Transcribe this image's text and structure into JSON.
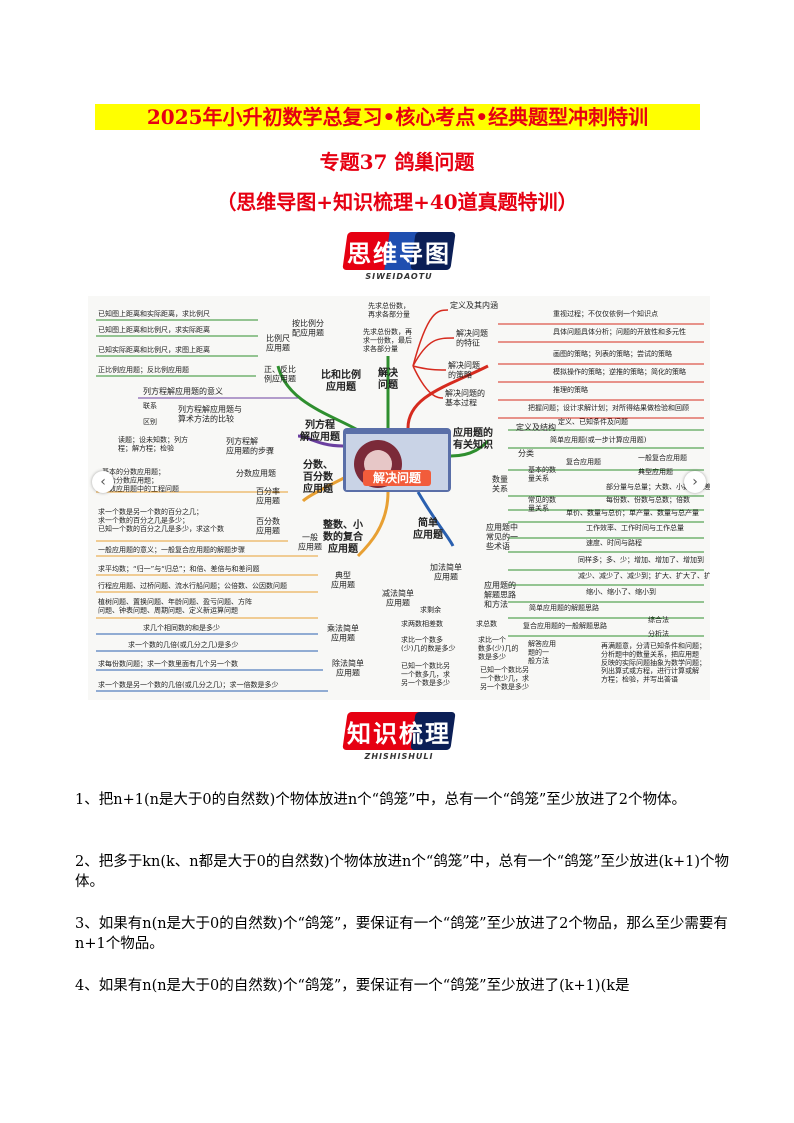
{
  "header": {
    "title_line1": "2025年小升初数学总复习•核心考点•经典题型冲刺特训",
    "title_line2": "专题37 鸽巢问题",
    "title_line3": "（思维导图+知识梳理+40道真题特训）"
  },
  "badge_mindmap": {
    "text": "思维导图",
    "sub": "SIWEIDAOTU"
  },
  "badge_knowledge": {
    "text": "知识梳理",
    "sub": "ZHISHISHULI"
  },
  "carousel": {
    "prev_icon": "‹",
    "next_icon": "›"
  },
  "mindmap": {
    "center": "解决问题",
    "branches": {
      "solve": {
        "label": "解决\n问题",
        "items": [
          "定义及其内涵",
          "解决问题\n的特征",
          "解决问题\n的策略",
          "解决问题的\n基本过程"
        ],
        "leaves": [
          "重视过程；不仅仅依例一个知识点",
          "具体问题具体分析；问题的开放性和多元性",
          "画图的策略；列表的策略；尝试的策略",
          "模拟操作的策略；逆推的策略；简化的策略",
          "推理的策略",
          "把握问题；设计求解计划；对所得结果做检验和回顾"
        ]
      },
      "ratio": {
        "label": "比和比例\n应用题",
        "items": [
          "按比例分\n配应用题",
          "比例尺\n应用题",
          "正、反比\n例应用题"
        ],
        "leaves": [
          "先求总份数，\n再求各部分量",
          "先求总份数，再\n求一份数，最后\n求各部分量",
          "已知图上距离和实际距离，求比例尺",
          "已知图上距离和比例尺，求实际距离",
          "已知实际距离和比例尺，求图上距离",
          "正比例应用题；反比例应用题"
        ]
      },
      "equation": {
        "label": "列方程\n解应用题",
        "items": [
          "列方程解应用题的意义",
          "列方程解应用题与\n算术方法的比较",
          "列方程解\n应用题的步骤"
        ],
        "leaves": [
          "联系",
          "区别",
          "读题；设未知数；列方\n程；解方程；检验"
        ]
      },
      "fraction": {
        "label": "分数、\n百分数\n应用题",
        "items": [
          "分数应用题",
          "百分率\n应用题",
          "百分数\n应用题"
        ],
        "leaves": [
          "基本的分数应用题；\n复合分数应用题；\n分数应用题中的工程问题",
          "求一个数是另一个数的百分之几；\n求一个数的百分之几是多少；\n已知一个数的百分之几是多少，求这个数"
        ]
      },
      "integer": {
        "label": "整数、小\n数的复合\n应用题",
        "items": [
          "一般\n应用题",
          "典型\n应用题"
        ],
        "leaves": [
          "一般应用题的意义；一般复合应用题的解题步骤",
          "求平均数；“归一”与“归总”；和倍、差倍与和差问题",
          "行程应用题、过桥问题、流水行船问题；公倍数、公因数问题",
          "植树问题、置换问题、年龄问题、盈亏问题、方阵\n问题、钟表问题、周期问题、定义新运算问题"
        ]
      },
      "simple": {
        "label": "简单\n应用题",
        "items": [
          "加法简单\n应用题",
          "减法简单\n应用题",
          "乘法简单\n应用题",
          "除法简单\n应用题"
        ],
        "leaves": [
          "求总数",
          "求剩余",
          "求两数相差数",
          "求比一个数多\n(少)几的数是多少",
          "求比一个\n数多(少)几的\n数是多少",
          "已知一个数比另\n一个数多几，求\n另一个数是多少",
          "已知一个数比另\n一个数少几，求\n另一个数是多少",
          "求几个相同数的和是多少",
          "求一个数的几倍(或几分之几)是多少",
          "求每份数问题；求一个数里面有几个另一个数",
          "求一个数是另一个数的几倍(或几分之几)；求一倍数是多少"
        ]
      },
      "knowledge": {
        "label": "应用题的\n有关知识",
        "items": [
          "定义及结构",
          "分类",
          "数量\n关系",
          "应用题中\n常见的一\n些术语",
          "应用题的\n解题思路\n和方法"
        ],
        "leaves": [
          "定义、已知条件及问题",
          "简单应用题(或一步计算应用题)",
          "复合应用题",
          "一般复合应用题",
          "典型应用题",
          "基本的数\n量关系",
          "部分量与总量；大数、小数与相差数",
          "每份数、份数与总数；倍数",
          "常见的数\n量关系",
          "单价、数量与总价；单产量、数量与总产量",
          "工作效率、工作时间与工作总量",
          "速度、时间与路程",
          "同样多；多、少；增加、增加了、增加到",
          "减少、减少了、减少到；扩大、扩大了、扩大到",
          "缩小、缩小了、缩小到",
          "简单应用题的解题思路",
          "复合应用题的一般解题思路",
          "综合法",
          "分析法",
          "解答应用\n题的一\n般方法",
          "再满题意，分清已知条件和问题；\n分析题中的数量关系，把应用题\n反映的实际问题抽象为数学问题；\n列出算式或方程，进行计算或解\n方程；检验，并写出答语"
        ]
      }
    }
  },
  "paragraphs": [
    "1、把n+1(n是大于0的自然数)个物体放进n个“鸽笼”中，总有一个“鸽笼”至少放进了2个物体。",
    "2、把多于kn(k、n都是大于0的自然数)个物体放进n个“鸽笼”中，总有一个“鸽笼”至少放进(k+1)个物体。",
    "3、如果有n(n是大于0的自然数)个“鸽笼”，要保证有一个“鸽笼”至少放进了2个物品，那么至少需要有n+1个物品。",
    "4、如果有n(n是大于0的自然数)个“鸽笼”，要保证有一个“鸽笼”至少放进了(k+1)(k是"
  ],
  "colors": {
    "title_red": "#e60012",
    "highlight": "#ffff00",
    "red": "#d62b1f",
    "green": "#2f8f2f",
    "purple": "#6b3fa0",
    "orange": "#e8a033",
    "blue": "#2a60b0"
  }
}
